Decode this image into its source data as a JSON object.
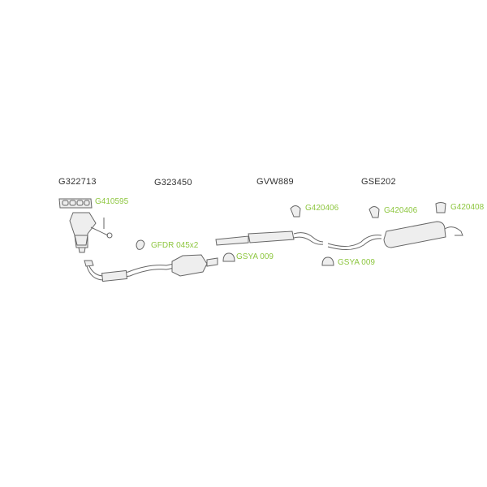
{
  "assemblies": [
    {
      "code": "G322713"
    },
    {
      "code": "G323450"
    },
    {
      "code": "GVW889"
    },
    {
      "code": "GSE202"
    }
  ],
  "parts": [
    {
      "code": "G410595"
    },
    {
      "code": "GFDR 045x2"
    },
    {
      "code": "GSYA 009"
    },
    {
      "code": "G420406"
    },
    {
      "code": "GSYA 009"
    },
    {
      "code": "G420406"
    },
    {
      "code": "G420408"
    }
  ],
  "colors": {
    "assembly_label": "#333333",
    "part_label": "#8dc63f"
  }
}
